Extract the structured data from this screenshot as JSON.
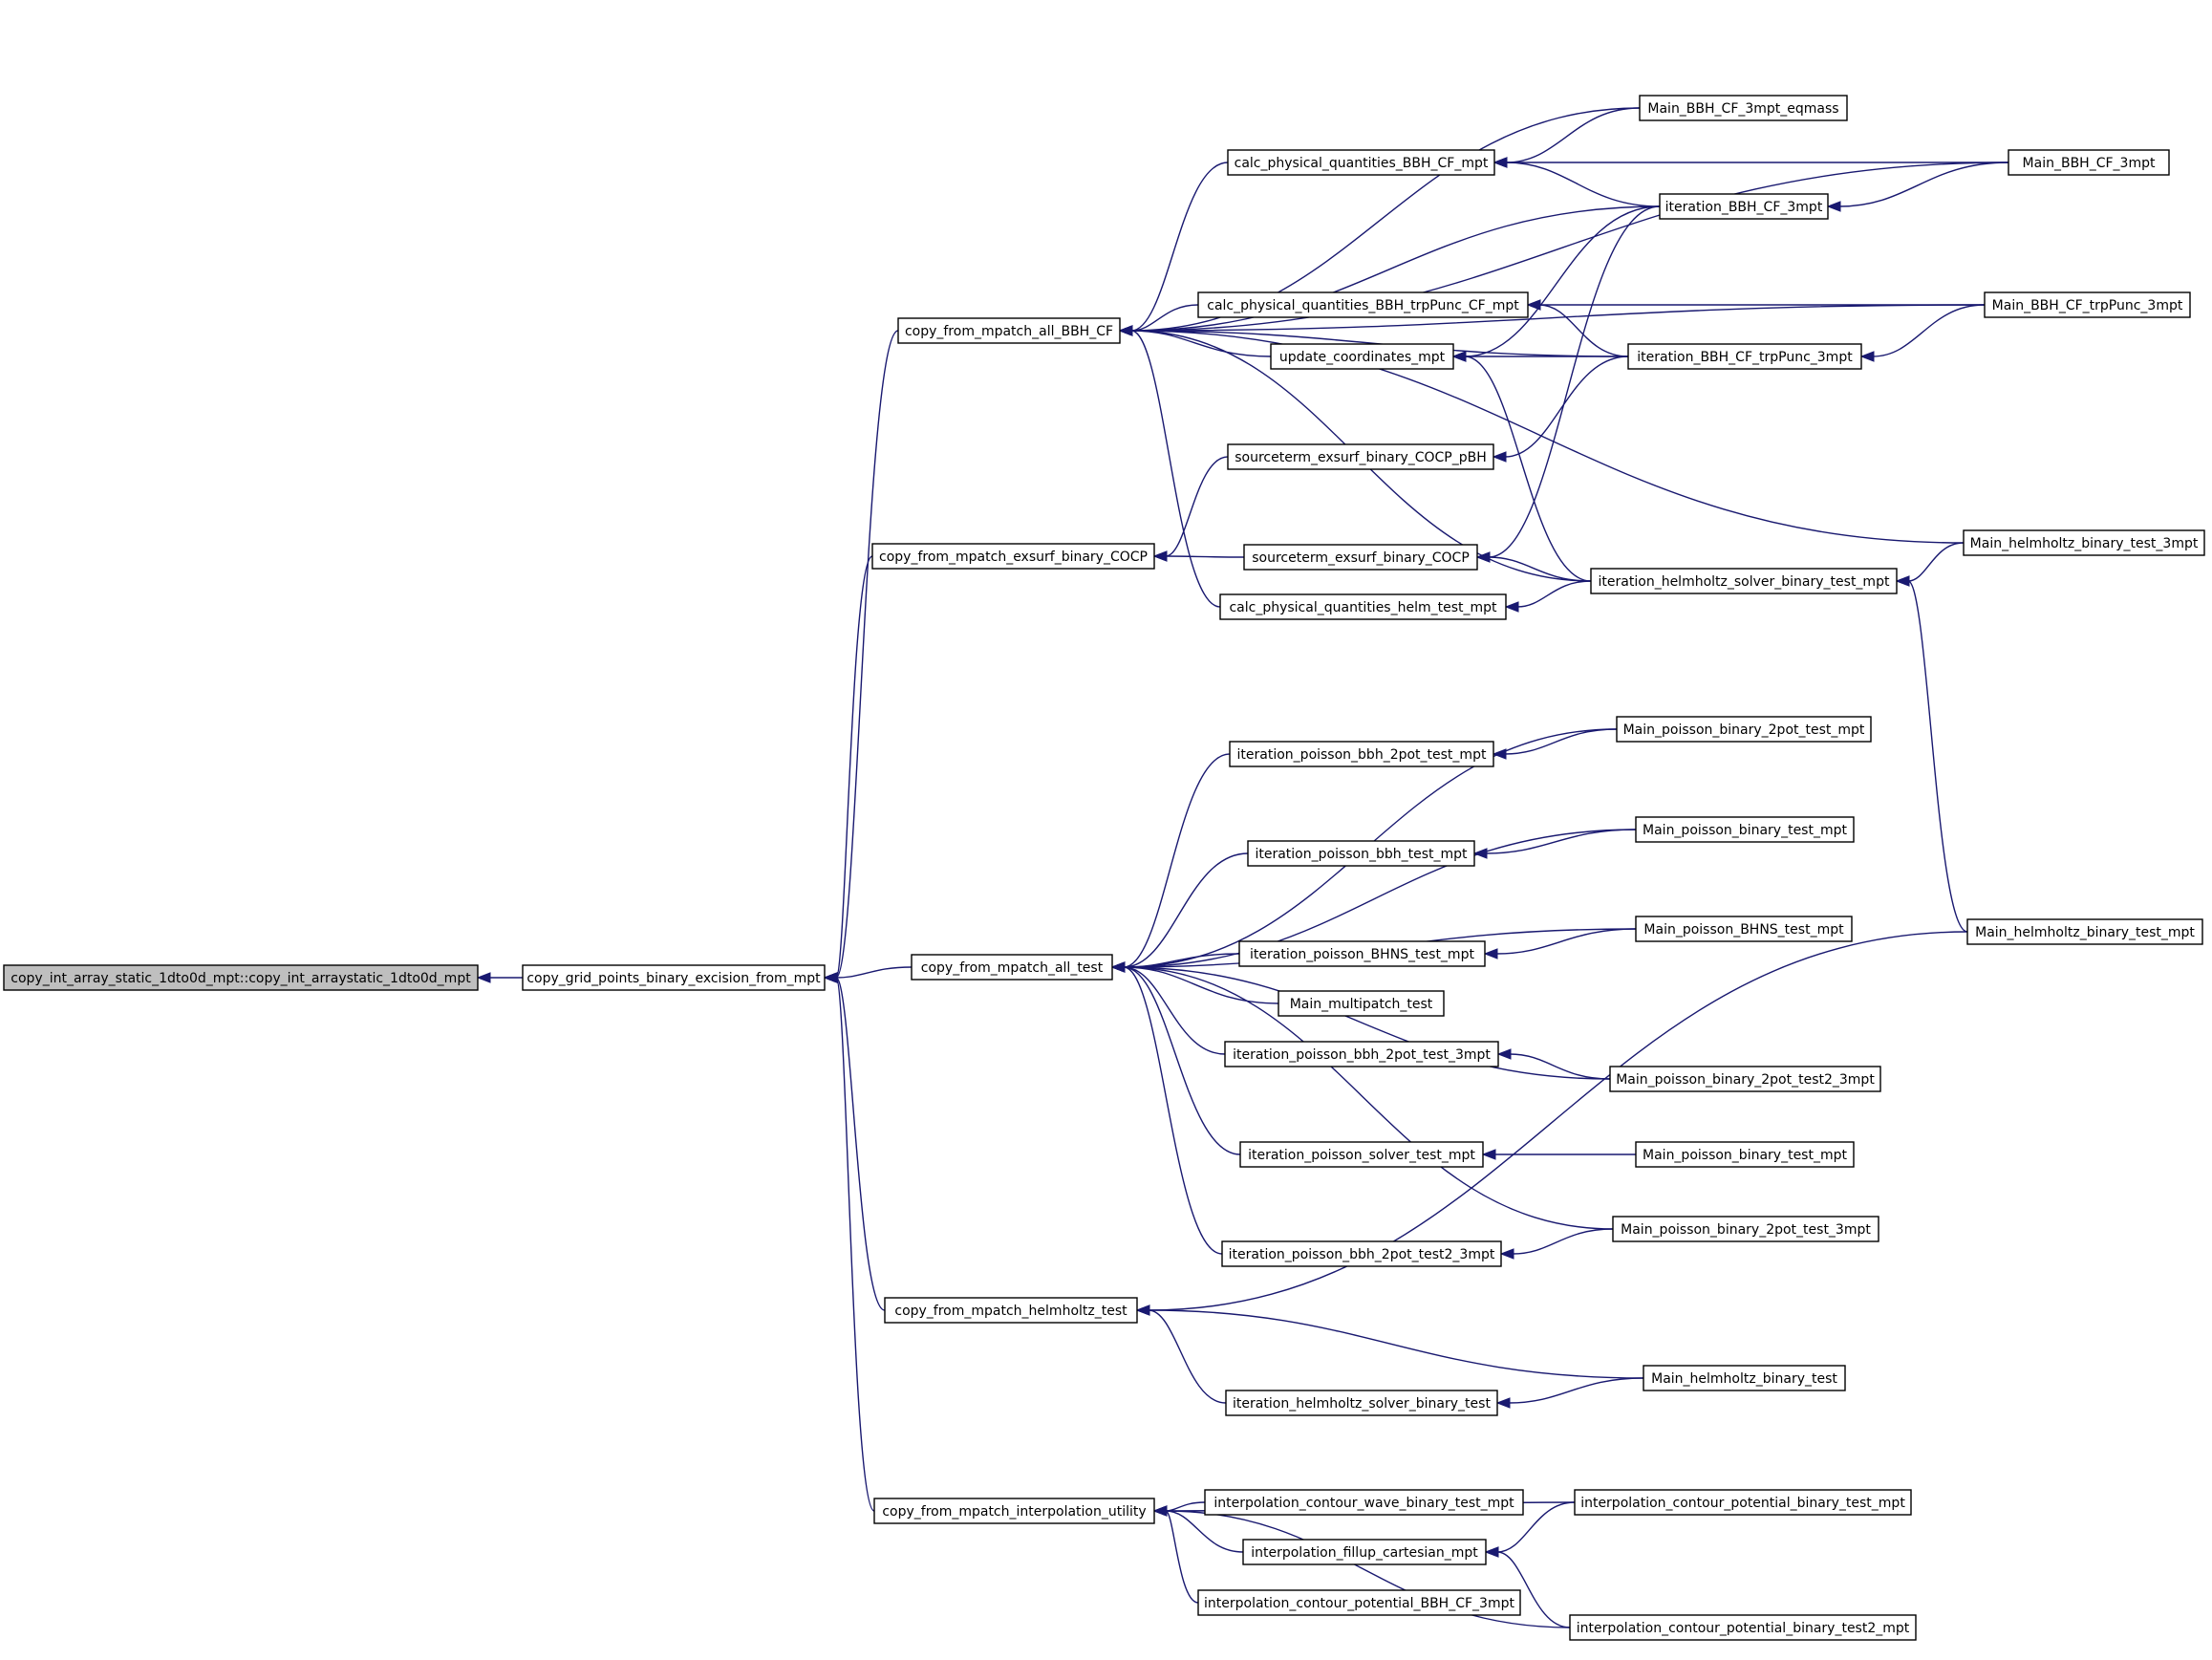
{
  "colors": {
    "edge": "#191970",
    "root_fill": "#bfbfbf",
    "node_fill": "#ffffff",
    "node_border": "#000000"
  },
  "nodes": [
    {
      "id": "root",
      "label": "copy_int_array_static_1dto0d_mpt::copy_int_arraystatic_1dto0d_mpt"
    },
    {
      "id": "cgp",
      "label": "copy_grid_points_binary_excision_from_mpt"
    },
    {
      "id": "bbhcf",
      "label": "copy_from_mpatch_all_BBH_CF"
    },
    {
      "id": "exsurf",
      "label": "copy_from_mpatch_exsurf_binary_COCP"
    },
    {
      "id": "alltest",
      "label": "copy_from_mpatch_all_test"
    },
    {
      "id": "helm",
      "label": "copy_from_mpatch_helmholtz_test"
    },
    {
      "id": "interp",
      "label": "copy_from_mpatch_interpolation_utility"
    },
    {
      "id": "calcbbh",
      "label": "calc_physical_quantities_BBH_CF_mpt"
    },
    {
      "id": "calctrp",
      "label": "calc_physical_quantities_BBH_trpPunc_CF_mpt"
    },
    {
      "id": "updcoord",
      "label": "update_coordinates_mpt"
    },
    {
      "id": "srcpbh",
      "label": "sourceterm_exsurf_binary_COCP_pBH"
    },
    {
      "id": "srccocp",
      "label": "sourceterm_exsurf_binary_COCP"
    },
    {
      "id": "calchelm",
      "label": "calc_physical_quantities_helm_test_mpt"
    },
    {
      "id": "m3eq",
      "label": "Main_BBH_CF_3mpt_eqmass"
    },
    {
      "id": "itbbh3",
      "label": "iteration_BBH_CF_3mpt"
    },
    {
      "id": "ittrp3",
      "label": "iteration_BBH_CF_trpPunc_3mpt"
    },
    {
      "id": "ithelmbt",
      "label": "iteration_helmholtz_solver_binary_test_mpt"
    },
    {
      "id": "m3",
      "label": "Main_BBH_CF_3mpt"
    },
    {
      "id": "mtrp3",
      "label": "Main_BBH_CF_trpPunc_3mpt"
    },
    {
      "id": "mhelm3",
      "label": "Main_helmholtz_binary_test_3mpt"
    },
    {
      "id": "mhelmt",
      "label": "Main_helmholtz_binary_test_mpt"
    },
    {
      "id": "itp2pot",
      "label": "iteration_poisson_bbh_2pot_test_mpt"
    },
    {
      "id": "itpbbh",
      "label": "iteration_poisson_bbh_test_mpt"
    },
    {
      "id": "itpbhns",
      "label": "iteration_poisson_BHNS_test_mpt"
    },
    {
      "id": "mmulti",
      "label": "Main_multipatch_test"
    },
    {
      "id": "itp2pot3",
      "label": "iteration_poisson_bbh_2pot_test_3mpt"
    },
    {
      "id": "itpsolver",
      "label": "iteration_poisson_solver_test_mpt"
    },
    {
      "id": "itp2pot23",
      "label": "iteration_poisson_bbh_2pot_test2_3mpt"
    },
    {
      "id": "mpb2pot",
      "label": "Main_poisson_binary_2pot_test_mpt"
    },
    {
      "id": "mpbt1",
      "label": "Main_poisson_binary_test_mpt"
    },
    {
      "id": "mpbhns",
      "label": "Main_poisson_BHNS_test_mpt"
    },
    {
      "id": "mpb2pot23",
      "label": "Main_poisson_binary_2pot_test2_3mpt"
    },
    {
      "id": "mpbt2",
      "label": "Main_poisson_binary_test_mpt"
    },
    {
      "id": "mpb2pot3",
      "label": "Main_poisson_binary_2pot_test_3mpt"
    },
    {
      "id": "ithelmb",
      "label": "iteration_helmholtz_solver_binary_test"
    },
    {
      "id": "mhelmb",
      "label": "Main_helmholtz_binary_test"
    },
    {
      "id": "icwave",
      "label": "interpolation_contour_wave_binary_test_mpt"
    },
    {
      "id": "ifill",
      "label": "interpolation_fillup_cartesian_mpt"
    },
    {
      "id": "icbbh",
      "label": "interpolation_contour_potential_BBH_CF_3mpt"
    },
    {
      "id": "icpot",
      "label": "interpolation_contour_potential_binary_test_mpt"
    },
    {
      "id": "icpot2",
      "label": "interpolation_contour_potential_binary_test2_mpt"
    }
  ],
  "edges": [
    {
      "from": "cgp",
      "to": "root"
    },
    {
      "from": "alltest",
      "to": "cgp"
    },
    {
      "from": "bbhcf",
      "to": "cgp"
    },
    {
      "from": "exsurf",
      "to": "cgp"
    },
    {
      "from": "helm",
      "to": "cgp"
    },
    {
      "from": "interp",
      "to": "cgp"
    },
    {
      "from": "calcbbh",
      "to": "bbhcf"
    },
    {
      "from": "calctrp",
      "to": "bbhcf"
    },
    {
      "from": "updcoord",
      "to": "bbhcf"
    },
    {
      "from": "calchelm",
      "to": "bbhcf"
    },
    {
      "from": "m3eq",
      "to": "bbhcf"
    },
    {
      "from": "m3",
      "to": "bbhcf"
    },
    {
      "from": "itbbh3",
      "to": "bbhcf"
    },
    {
      "from": "mtrp3",
      "to": "bbhcf"
    },
    {
      "from": "ittrp3",
      "to": "bbhcf"
    },
    {
      "from": "mhelm3",
      "to": "bbhcf"
    },
    {
      "from": "ithelmbt",
      "to": "bbhcf"
    },
    {
      "from": "m3eq",
      "to": "calcbbh"
    },
    {
      "from": "m3",
      "to": "calcbbh"
    },
    {
      "from": "itbbh3",
      "to": "calcbbh"
    },
    {
      "from": "m3",
      "to": "itbbh3"
    },
    {
      "from": "mtrp3",
      "to": "calctrp"
    },
    {
      "from": "ittrp3",
      "to": "calctrp"
    },
    {
      "from": "itbbh3",
      "to": "updcoord"
    },
    {
      "from": "ittrp3",
      "to": "updcoord"
    },
    {
      "from": "ithelmbt",
      "to": "updcoord"
    },
    {
      "from": "mtrp3",
      "to": "ittrp3"
    },
    {
      "from": "srcpbh",
      "to": "exsurf"
    },
    {
      "from": "srccocp",
      "to": "exsurf"
    },
    {
      "from": "ittrp3",
      "to": "srcpbh"
    },
    {
      "from": "itbbh3",
      "to": "srccocp"
    },
    {
      "from": "ithelmbt",
      "to": "srccocp"
    },
    {
      "from": "ithelmbt",
      "to": "calchelm"
    },
    {
      "from": "mhelm3",
      "to": "ithelmbt"
    },
    {
      "from": "mhelmt",
      "to": "ithelmbt"
    },
    {
      "from": "itp2pot",
      "to": "alltest"
    },
    {
      "from": "itpbbh",
      "to": "alltest"
    },
    {
      "from": "itpbhns",
      "to": "alltest"
    },
    {
      "from": "mmulti",
      "to": "alltest"
    },
    {
      "from": "itp2pot3",
      "to": "alltest"
    },
    {
      "from": "itpsolver",
      "to": "alltest"
    },
    {
      "from": "itp2pot23",
      "to": "alltest"
    },
    {
      "from": "mpb2pot",
      "to": "alltest"
    },
    {
      "from": "mpbt1",
      "to": "alltest"
    },
    {
      "from": "mpbhns",
      "to": "alltest"
    },
    {
      "from": "mpb2pot23",
      "to": "alltest"
    },
    {
      "from": "mpb2pot3",
      "to": "alltest"
    },
    {
      "from": "mpb2pot",
      "to": "itp2pot"
    },
    {
      "from": "mpbt1",
      "to": "itpbbh"
    },
    {
      "from": "mpbhns",
      "to": "itpbhns"
    },
    {
      "from": "mpb2pot23",
      "to": "itp2pot3"
    },
    {
      "from": "mpbt2",
      "to": "itpsolver"
    },
    {
      "from": "mpb2pot3",
      "to": "itp2pot23"
    },
    {
      "from": "mhelmt",
      "to": "helm"
    },
    {
      "from": "mhelmb",
      "to": "helm"
    },
    {
      "from": "ithelmb",
      "to": "helm"
    },
    {
      "from": "mhelmb",
      "to": "ithelmb"
    },
    {
      "from": "icwave",
      "to": "interp"
    },
    {
      "from": "ifill",
      "to": "interp"
    },
    {
      "from": "icbbh",
      "to": "interp"
    },
    {
      "from": "icpot",
      "to": "interp"
    },
    {
      "from": "icpot2",
      "to": "interp"
    },
    {
      "from": "icpot",
      "to": "ifill"
    },
    {
      "from": "icpot2",
      "to": "ifill"
    }
  ]
}
